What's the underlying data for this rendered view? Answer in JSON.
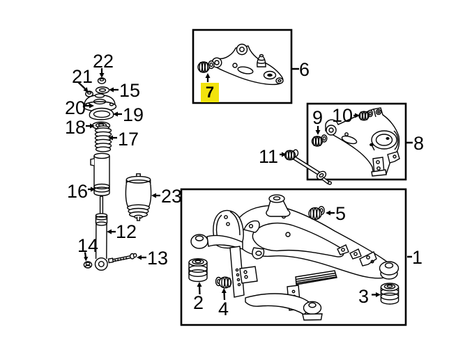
{
  "diagram": {
    "background_color": "#FFFFFF",
    "line_color": "#000000",
    "highlight": {
      "part_number": "7",
      "color": "#F2E30D"
    },
    "parts": {
      "p1": {
        "number": "1"
      },
      "p2": {
        "number": "2"
      },
      "p3": {
        "number": "3"
      },
      "p4": {
        "number": "4"
      },
      "p5": {
        "number": "5"
      },
      "p6": {
        "number": "6"
      },
      "p7": {
        "number": "7"
      },
      "p8": {
        "number": "8"
      },
      "p9": {
        "number": "9"
      },
      "p10": {
        "number": "10"
      },
      "p11": {
        "number": "11"
      },
      "p12": {
        "number": "12"
      },
      "p13": {
        "number": "13"
      },
      "p14": {
        "number": "14"
      },
      "p15": {
        "number": "15"
      },
      "p16": {
        "number": "16"
      },
      "p17": {
        "number": "17"
      },
      "p18": {
        "number": "18"
      },
      "p19": {
        "number": "19"
      },
      "p20": {
        "number": "20"
      },
      "p21": {
        "number": "21"
      },
      "p22": {
        "number": "22"
      },
      "p23": {
        "number": "23"
      }
    }
  }
}
